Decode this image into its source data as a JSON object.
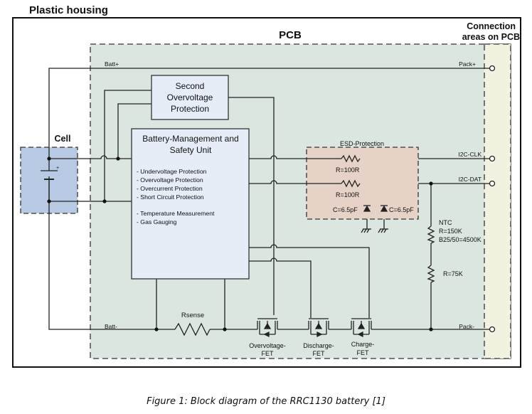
{
  "housing_label": "Plastic housing",
  "pcb_label": "PCB",
  "connection_label_line1": "Connection",
  "connection_label_line2": "areas on PCB",
  "cell_label": "Cell",
  "second_ovp": {
    "line1": "Second",
    "line2": "Overvoltage",
    "line3": "Protection"
  },
  "bmsu": {
    "title_line1": "Battery-Management and",
    "title_line2": "Safety Unit",
    "features": [
      "- Undervoltage Protection",
      "- Overvoltage Protection",
      "- Overcurrent Protection",
      "- Short Circuit Protection",
      "- Temperature Measurement",
      "- Gas Gauging"
    ]
  },
  "esd": {
    "title": "ESD-Protection",
    "r1": "R=100R",
    "r2": "R=100R",
    "c1": "C=6.5pF",
    "c2": "C=6.5pF"
  },
  "nets": {
    "batt_plus": "Batt+",
    "batt_minus": "Batt-",
    "pack_plus": "Pack+",
    "pack_minus": "Pack-",
    "i2c_clk": "I2C-CLK",
    "i2c_dat": "I2C-DAT"
  },
  "rsense": "Rsense",
  "ntc": {
    "line1": "NTC",
    "line2": "R=150K",
    "line3": "B25/50=4500K"
  },
  "r75": "R=75K",
  "fets": [
    {
      "line1": "Overvoltage-",
      "line2": "FET"
    },
    {
      "line1": "Discharge-",
      "line2": "FET"
    },
    {
      "line1": "Charge-",
      "line2": "FET"
    }
  ],
  "caption": "Figure 1: Block diagram of the RRC1130 battery [1]",
  "colors": {
    "pcb_fill": "#dce6e1",
    "connection_fill": "#f2f2e0",
    "cell_fill": "#b8c9e3",
    "block_fill": "#e6edf7",
    "esd_fill": "#e6d2c6",
    "line": "#222222"
  }
}
